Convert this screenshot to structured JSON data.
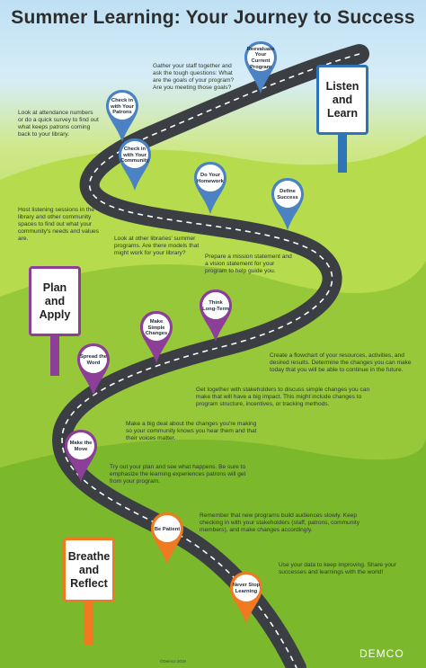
{
  "title": "Summer Learning: Your Journey to Success",
  "colors": {
    "blue_pin": "#4a82c3",
    "purple_pin": "#8d3e98",
    "orange_pin": "#ef7a22",
    "road": "#3b3f44"
  },
  "pins": [
    {
      "id": "reevaluate",
      "label": "Reevaluate Your Current Program",
      "color": "blue"
    },
    {
      "id": "check-patrons",
      "label": "Check in with Your Patrons",
      "color": "blue"
    },
    {
      "id": "check-community",
      "label": "Check in with Your Community",
      "color": "blue"
    },
    {
      "id": "homework",
      "label": "Do Your Homework",
      "color": "blue"
    },
    {
      "id": "define-success",
      "label": "Define Success",
      "color": "blue"
    },
    {
      "id": "think-long",
      "label": "Think Long-Term",
      "color": "purple"
    },
    {
      "id": "simple-changes",
      "label": "Make Simple Changes",
      "color": "purple"
    },
    {
      "id": "spread-word",
      "label": "Spread the Word",
      "color": "purple"
    },
    {
      "id": "make-move",
      "label": "Make the Move",
      "color": "purple"
    },
    {
      "id": "be-patient",
      "label": "Be Patient",
      "color": "orange"
    },
    {
      "id": "never-stop",
      "label": "Never Stop Learning",
      "color": "orange"
    }
  ],
  "signs": {
    "listen": "Listen and Learn",
    "plan": "Plan and Apply",
    "breathe": "Breathe and Reflect"
  },
  "notes": {
    "reevaluate": "Gather your staff together and ask the tough questions: What are the goals of your program? Are you meeting those goals?",
    "patrons": "Look at attendance numbers or do a quick survey to find out what keeps patrons coming back to your library.",
    "community": "Host listening sessions in the library and other community spaces to find out what your community's needs and values are.",
    "homework": "Look at other libraries' summer programs. Are there models that might work for your library?",
    "define": "Prepare a mission statement and a vision statement for your program to help guide you.",
    "longterm": "Create a flowchart of your resources, activities, and desired results. Determine the changes you can make today that you will be able to continue in the future.",
    "simple": "Get together with stakeholders to discuss simple changes you can make that will have a big impact. This might include changes to program structure, incentives, or tracking methods.",
    "spread": "Make a big deal about the changes you're making so your community knows you hear them and that their voices matter.",
    "move": "Try out your plan and see what happens. Be sure to emphasize the learning experiences patrons will get from your program.",
    "patient": "Remember that new programs build audiences slowly. Keep checking in with your stakeholders (staff, patrons, community members), and make changes accordingly.",
    "never": "Use your data to keep improving. Share your successes and learnings with the world!"
  },
  "footer": "©Demco 2019",
  "brand": "DEMCO"
}
